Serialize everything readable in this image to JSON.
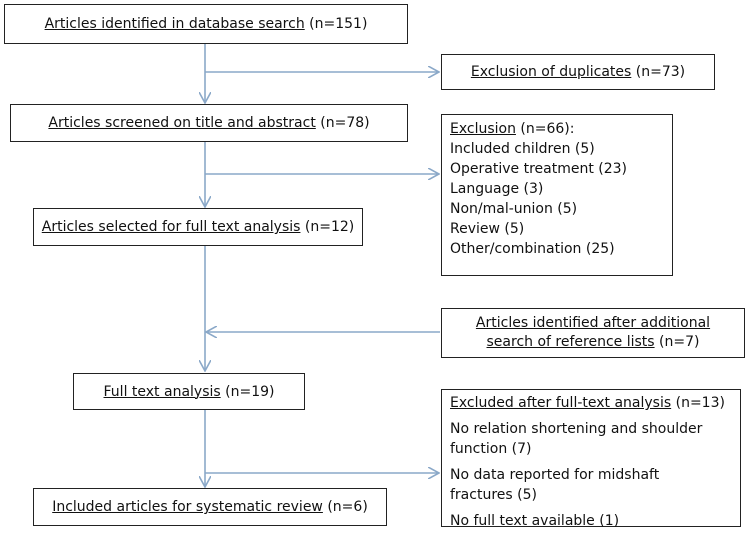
{
  "boxes": {
    "identified": {
      "title": "Articles identified in database search",
      "count": "(n=151)"
    },
    "duplicates": {
      "title": "Exclusion of duplicates",
      "count": "(n=73)"
    },
    "screened": {
      "title": "Articles screened on title and abstract",
      "count": "(n=78)"
    },
    "exclusion": {
      "title": "Exclusion",
      "count": "(n=66):",
      "items": [
        "Included children (5)",
        "Operative treatment (23)",
        "Language (3)",
        "Non/mal-union (5)",
        "Review (5)",
        "Other/combination (25)"
      ]
    },
    "selected": {
      "title": "Articles selected for full text analysis",
      "count": "(n=12)"
    },
    "additional": {
      "line1": "Articles identified after additional",
      "line2_title": "search of reference lists",
      "count": "(n=7)"
    },
    "fulltext": {
      "title": "Full text analysis",
      "count": "(n=19)"
    },
    "excluded_after": {
      "title": "Excluded after full-text analysis",
      "count": "(n=13)",
      "items": [
        "No relation shortening and shoulder",
        "function (7)",
        "No data reported for midshaft",
        "fractures (5)",
        "No full text available (1)"
      ]
    },
    "included": {
      "title": "Included articles for systematic review",
      "count": "(n=6)"
    }
  },
  "colors": {
    "arrow": "#8aa8c8",
    "border": "#222222"
  }
}
